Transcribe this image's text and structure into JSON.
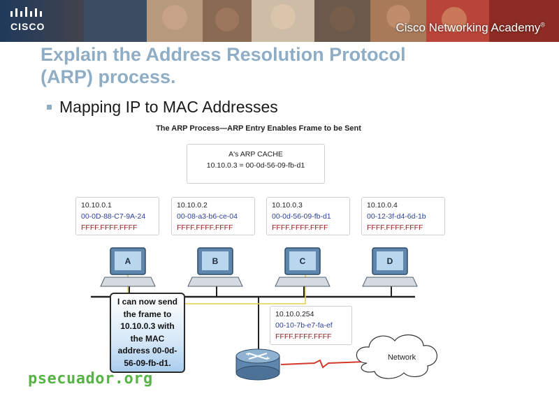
{
  "banner": {
    "logo_text": "CISCO",
    "academy_text": "Cisco Networking Academy",
    "academy_mark": "®"
  },
  "slide": {
    "title_line1": "Explain the Address Resolution Protocol",
    "title_line2": "(ARP) process.",
    "bullet": "Mapping IP to MAC Addresses"
  },
  "figure": {
    "title": "The ARP Process—ARP Entry Enables Frame to be Sent",
    "cache": {
      "heading": "A's ARP CACHE",
      "entry": "10.10.0.3 = 00-0d-56-09-fb-d1"
    },
    "hosts": [
      {
        "label": "A",
        "ip": "10.10.0.1",
        "mac": "00-0D-88-C7-9A-24",
        "broadcast": "FFFF.FFFF.FFFF"
      },
      {
        "label": "B",
        "ip": "10.10.0.2",
        "mac": "00-08-a3-b6-ce-04",
        "broadcast": "FFFF.FFFF.FFFF"
      },
      {
        "label": "C",
        "ip": "10.10.0.3",
        "mac": "00-0d-56-09-fb-d1",
        "broadcast": "FFFF.FFFF.FFFF"
      },
      {
        "label": "D",
        "ip": "10.10.0.4",
        "mac": "00-12-3f-d4-6d-1b",
        "broadcast": "FFFF.FFFF.FFFF"
      }
    ],
    "router": {
      "ip": "10.10.0.254",
      "mac": "00-10-7b-e7-fa-ef",
      "broadcast": "FFFF.FFFF.FFFF"
    },
    "callout_lines": [
      "I can now send",
      "the frame to",
      "10.10.0.3 with",
      "the MAC",
      "address 00-0d-",
      "56-09-fb-d1."
    ],
    "network_label": "Network"
  },
  "watermark": "psecuador.org",
  "colors": {
    "title": "#8faec6",
    "mac_text": "#2c3f99",
    "broadcast_text": "#8a1f1f",
    "frame_path": "#e6d04a",
    "wan_link": "#d33a2a",
    "watermark": "#58b347"
  }
}
